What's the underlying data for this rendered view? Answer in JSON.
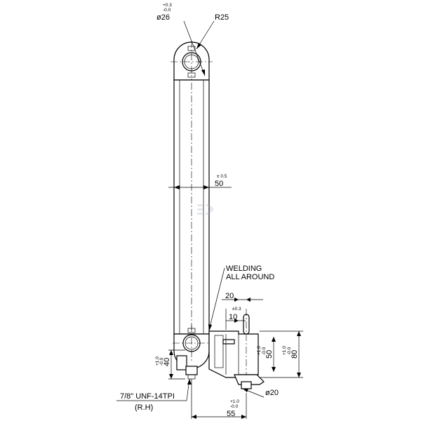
{
  "dimensions": {
    "bore_diameter": "ø26",
    "bore_tolerance_upper": "+0.3",
    "bore_tolerance_lower": "-0.0",
    "eye_radius": "R25",
    "tube_width": "50",
    "tube_width_tolerance": "± 0.5",
    "clevis_offset": "20",
    "pin_offset": "10",
    "pin_offset_tolerance": "±0.3",
    "clevis_height": "80",
    "clevis_height_tol_upper": "+1.0",
    "clevis_height_tol_lower": "-0.0",
    "clevis_slot": "50",
    "clevis_slot_tol_upper": "+1.0",
    "clevis_slot_tol_lower": "-0.0",
    "end_length": "40",
    "end_length_tol_upper": "+1.0",
    "end_length_tol_lower": "-0.0",
    "pin_diameter": "ø20",
    "base_length": "55",
    "base_length_tol_upper": "+1.0",
    "base_length_tol_lower": "-0.0"
  },
  "notes": {
    "welding_line1": "WELDING",
    "welding_line2": "ALL AROUND",
    "thread": "7/8\" UNF-14TPI",
    "thread_hand": "(R.H)"
  }
}
